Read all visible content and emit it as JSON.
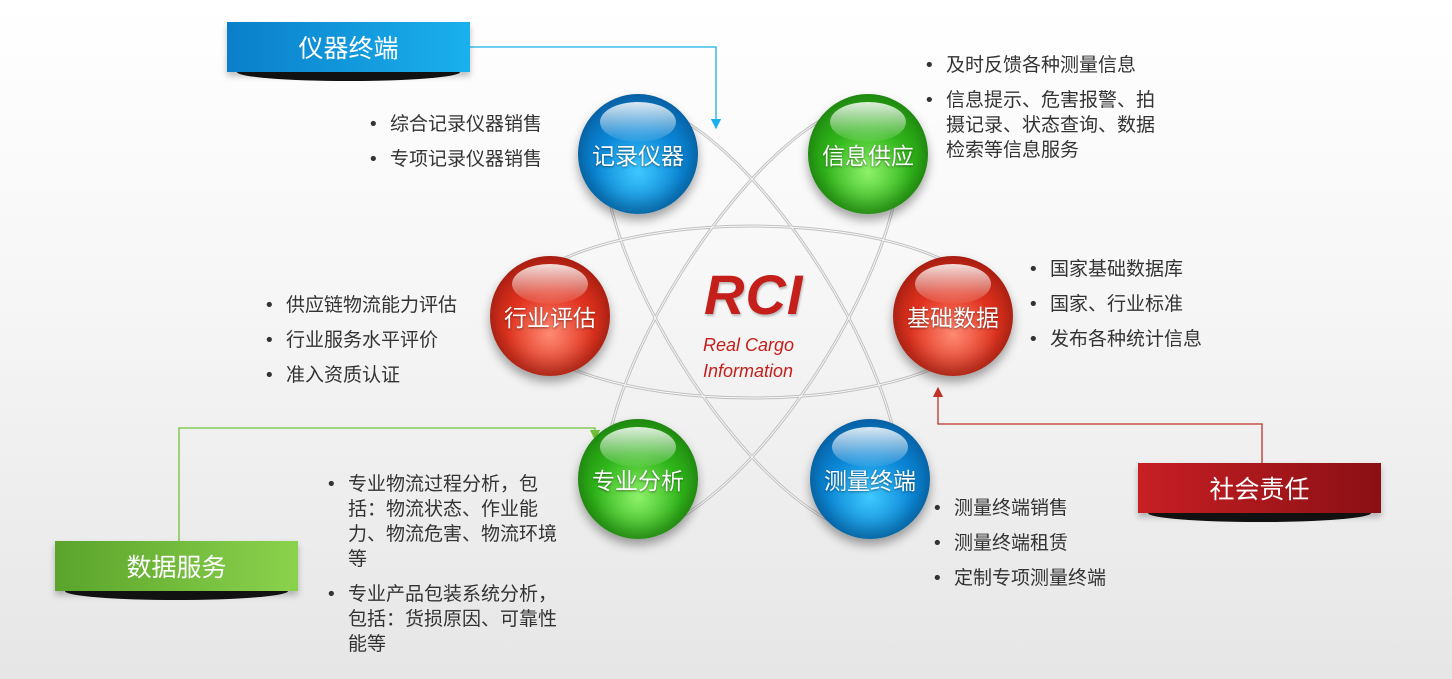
{
  "center": {
    "title": "RCI",
    "subtitle": "Real Cargo Information"
  },
  "nodes": {
    "record_instruments": "记录仪器",
    "info_supply": "信息供应",
    "industry_assessment": "行业评估",
    "basic_data": "基础数据",
    "professional_analysis": "专业分析",
    "measurement_terminal": "测量终端"
  },
  "banners": {
    "instrument_terminal": "仪器终端",
    "data_service": "数据服务",
    "social_responsibility": "社会责任"
  },
  "lists": {
    "record_instruments": [
      "综合记录仪器销售",
      "专项记录仪器销售"
    ],
    "info_supply": [
      "及时反馈各种测量信息",
      "信息提示、危害报警、拍摄记录、状态查询、数据检索等信息服务"
    ],
    "industry_assessment": [
      "供应链物流能力评估",
      "行业服务水平评价",
      "准入资质认证"
    ],
    "basic_data": [
      "国家基础数据库",
      "国家、行业标准",
      "发布各种统计信息"
    ],
    "professional_analysis": [
      "专业物流过程分析，包括：物流状态、作业能力、物流危害、物流环境等",
      "专业产品包装系统分析，包括：货损原因、可靠性能等"
    ],
    "measurement_terminal": [
      "测量终端销售",
      "测量终端租赁",
      "定制专项测量终端"
    ]
  },
  "colors": {
    "rci_red": "#c41f1a",
    "cyan": "#1ab0ee",
    "green": "#6fc23a",
    "dark_red": "#a8171c"
  }
}
